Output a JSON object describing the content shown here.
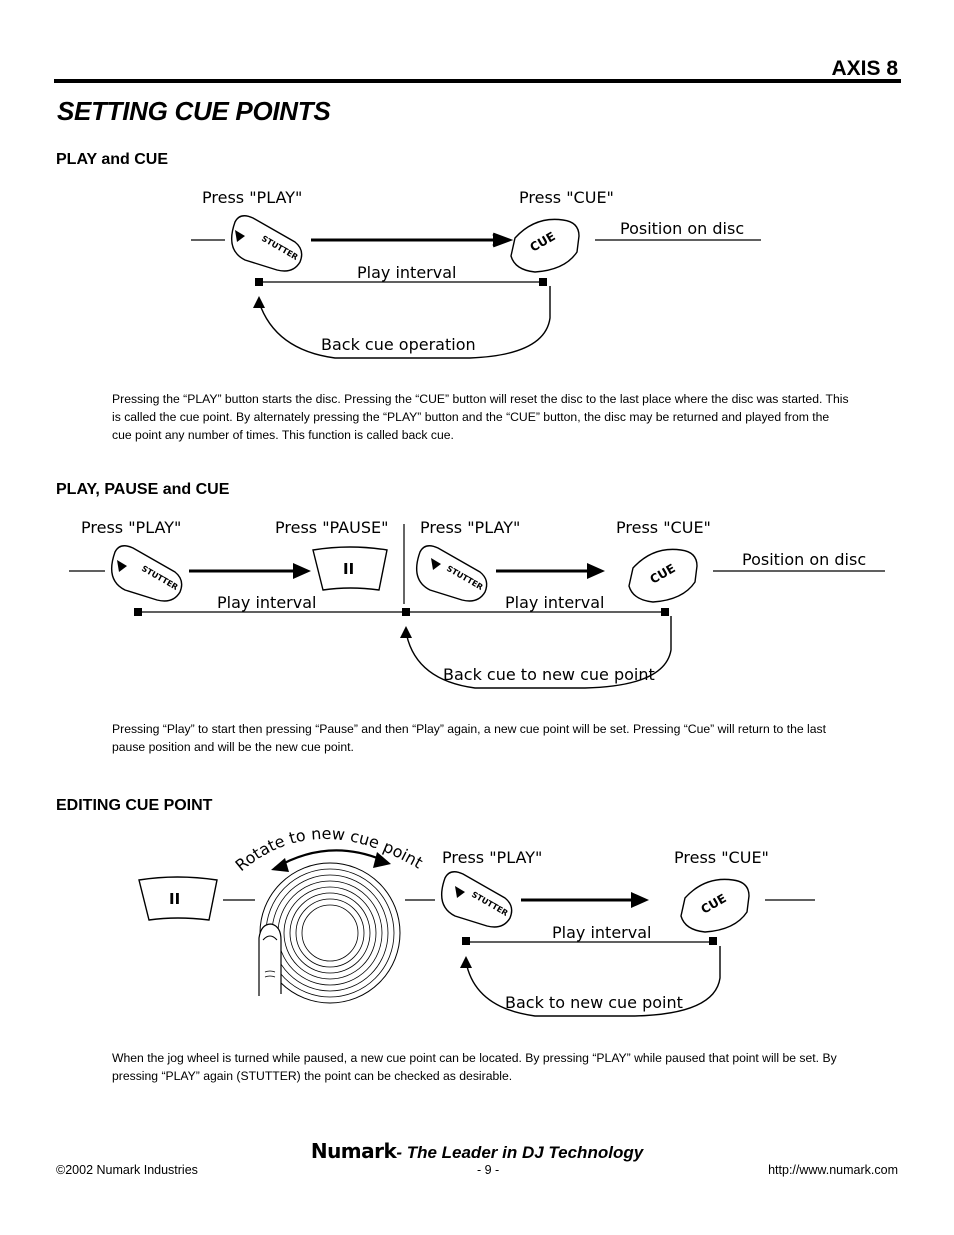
{
  "header": {
    "model": "AXIS 8"
  },
  "page_title": "SETTING CUE POINTS",
  "sections": [
    {
      "heading": "PLAY and CUE",
      "diagram": {
        "press_play": "Press \"PLAY\"",
        "press_cue": "Press \"CUE\"",
        "position": "Position on disc",
        "play_interval": "Play interval",
        "back_cue": "Back cue operation",
        "stutter": "STUTTER",
        "cue": "CUE"
      },
      "text": "Pressing the “PLAY” button starts the disc. Pressing the “CUE” button will reset the disc to the last place where the disc was started.   This is called the cue point.  By alternately pressing the “PLAY” button and the “CUE” button, the disc may be returned and played from the cue point any number of times.  This function is called back cue."
    },
    {
      "heading": "PLAY, PAUSE and CUE",
      "diagram": {
        "press_play": "Press \"PLAY\"",
        "press_pause": "Press \"PAUSE\"",
        "press_play2": "Press \"PLAY\"",
        "press_cue": "Press \"CUE\"",
        "position": "Position on disc",
        "play_interval": "Play interval",
        "play_interval2": "Play interval",
        "back_cue": "Back cue to new cue point",
        "stutter": "STUTTER",
        "cue": "CUE",
        "pause": "II"
      },
      "text": "Pressing “Play” to start then pressing “Pause” and then “Play” again, a new cue point will be set.  Pressing “Cue” will return to the last pause position and will be the new cue point."
    },
    {
      "heading": "EDITING CUE POINT",
      "diagram": {
        "rotate": "Rotate to new cue point",
        "press_play": "Press \"PLAY\"",
        "press_cue": "Press \"CUE\"",
        "play_interval": "Play interval",
        "back_cue": "Back to new cue point",
        "stutter": "STUTTER",
        "cue": "CUE",
        "pause": "II"
      },
      "text": "When the jog wheel is turned while paused, a new cue point can be located.     By pressing “PLAY” while paused that point will be set.  By pressing “PLAY” again (STUTTER) the point can be checked as desirable."
    }
  ],
  "footer": {
    "brand": "Numark",
    "tagline": "- The Leader in DJ Technology",
    "copyright": "©2002 Numark Industries",
    "page": "- 9 -",
    "url": "http://www.numark.com"
  }
}
